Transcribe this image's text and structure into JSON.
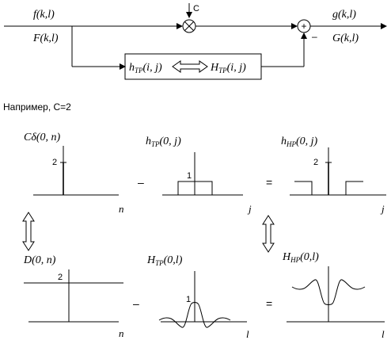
{
  "block_diagram": {
    "input_top": "f(k,l)",
    "input_bottom": "F(k,l)",
    "output_top": "g(k,l)",
    "output_bottom": "G(k,l)",
    "gain_label": "C",
    "minus_sign": "–",
    "plus_sign": "+",
    "filter_left": "h",
    "filter_left_sub": "TP",
    "filter_left_args": "(i, j)",
    "filter_right": "H",
    "filter_right_sub": "TP",
    "filter_right_args": "(i, j)"
  },
  "example_caption": "Например, C=2",
  "plots": {
    "p1": {
      "title": "Cδ(0, n)",
      "axis": "n",
      "tick": "2"
    },
    "p2": {
      "title_main": "h",
      "title_sub": "TP",
      "title_args": "(0, j)",
      "axis": "j",
      "tick": "1"
    },
    "p3": {
      "title_main": "h",
      "title_sub": "HP",
      "title_args": "(0, j)",
      "axis": "j",
      "tick": "2"
    },
    "p4": {
      "title": "D(0, n)",
      "axis": "n",
      "tick": "2"
    },
    "p5": {
      "title_main": "H",
      "title_sub": "TP",
      "title_args": "(0,l)",
      "axis": "l",
      "tick": "1"
    },
    "p6": {
      "title_main": "H",
      "title_sub": "HP",
      "title_args": "(0,l)",
      "axis": "l"
    }
  },
  "operators": {
    "minus_top": "–",
    "equals_top": "=",
    "minus_bottom": "–",
    "equals_bottom": "="
  }
}
